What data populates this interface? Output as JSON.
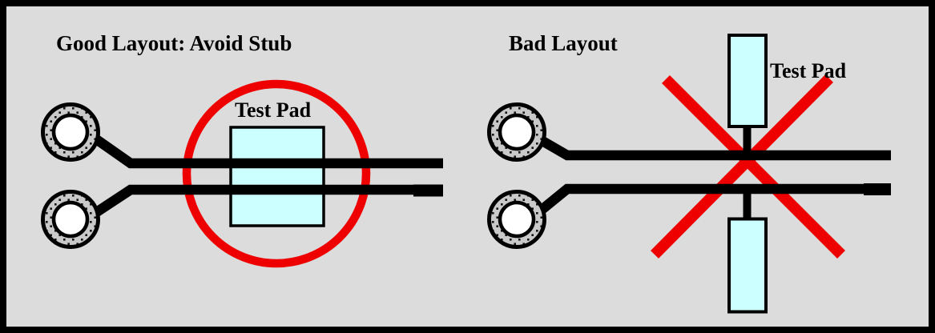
{
  "colors": {
    "board_gray": "#dcdcdc",
    "accent_red": "#ee0000",
    "pad_fill": "#ccffff",
    "via_ring_gray": "#c9c9c9",
    "trace_black": "#000000",
    "border_black": "#000000"
  },
  "left_panel": {
    "title": "Good Layout: Avoid Stub",
    "pad_label": "Test Pad"
  },
  "right_panel": {
    "title": "Bad Layout",
    "pad_label": "Test Pad"
  }
}
